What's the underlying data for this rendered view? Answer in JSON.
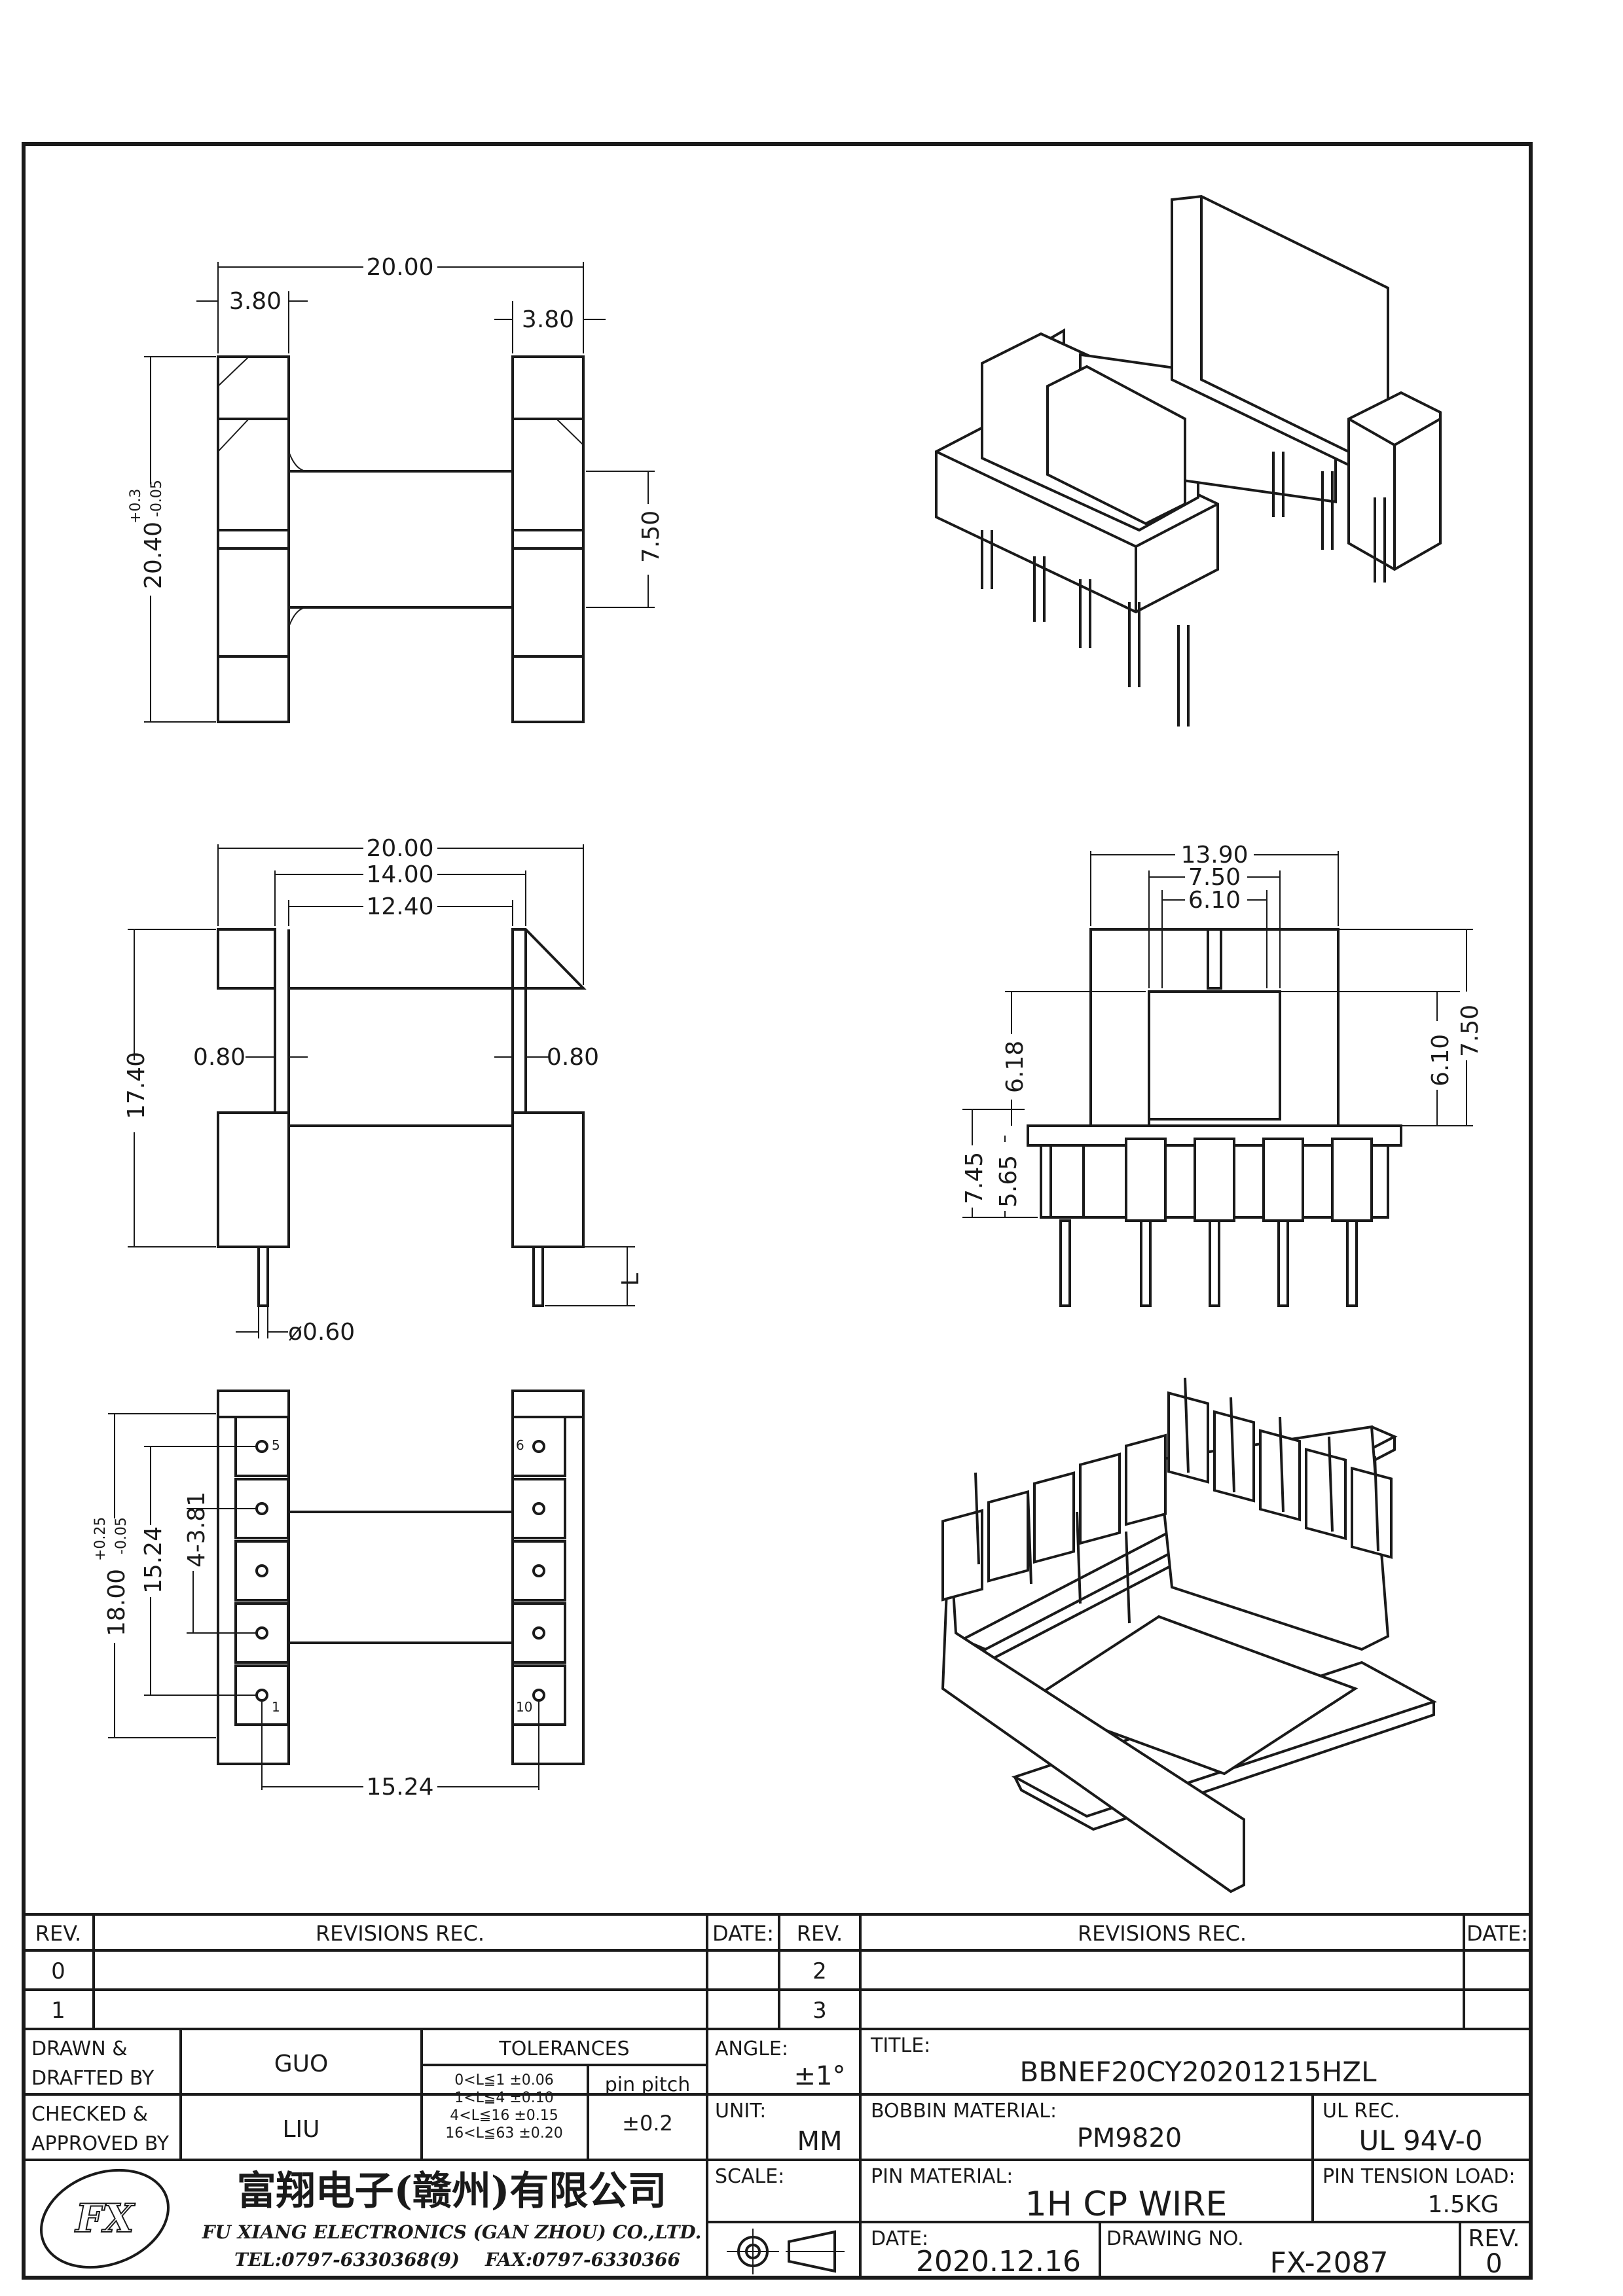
{
  "dimensions": {
    "top_width": "20.00",
    "top_flange_left": "3.80",
    "top_flange_right": "3.80",
    "top_height": "20.40",
    "top_height_tol_plus": "+0.3",
    "top_height_tol_minus": "-0.05",
    "top_core": "7.50",
    "side_width": "20.00",
    "side_inner_14": "14.00",
    "side_inner_12": "12.40",
    "side_height": "17.40",
    "side_wall_left": "0.80",
    "side_wall_right": "0.80",
    "pin_length": "L",
    "pin_dia": "ø0.60",
    "end_13_90": "13.90",
    "end_7_50": "7.50",
    "end_6_10": "6.10",
    "end_6_18": "6.18",
    "end_6_10_r": "6.10",
    "end_7_50_r": "7.50",
    "end_7_45": "7.45",
    "end_5_65": "5.65",
    "bottom_18": "18.00",
    "bottom_18_tol_plus": "+0.25",
    "bottom_18_tol_minus": "-0.05",
    "bottom_15_24": "15.24",
    "bottom_4x381": "4-3.81",
    "bottom_15_24_h": "15.24",
    "pin_num_5": "5",
    "pin_num_6": "6",
    "pin_num_1": "1",
    "pin_num_10": "10"
  },
  "title_block": {
    "rev_header": "REV.",
    "revisions_header": "REVISIONS   REC.",
    "date_header": "DATE:",
    "rev_header_2": "REV.",
    "revisions_header_2": "REVISIONS   REC.",
    "date_header_2": "DATE:",
    "rev_0": "0",
    "rev_1": "1",
    "rev_2": "2",
    "rev_3": "3",
    "drawn_label_1": "DRAWN  &",
    "drawn_label_2": "DRAFTED  BY",
    "drawn_by": "GUO",
    "checked_label_1": "CHECKED  &",
    "checked_label_2": "APPROVED  BY",
    "checked_by": "LIU",
    "tolerances_label": "TOLERANCES",
    "tol_rows": [
      "0<L≦1   ±0.06",
      "1<L≦4   ±0.10",
      "4<L≦16  ±0.15",
      "16<L≦63  ±0.20"
    ],
    "pin_pitch_label": "pin  pitch",
    "pin_pitch_value": "±0.2",
    "angle_label": "ANGLE:",
    "angle_value": "±1°",
    "unit_label": "UNIT:",
    "unit_value": "MM",
    "scale_label": "SCALE:",
    "title_label": "TITLE:",
    "title_value": "BBNEF20CY20201215HZL",
    "bobbin_material_label": "BOBBIN  MATERIAL:",
    "bobbin_material_value": "PM9820",
    "ul_rec_label": "UL  REC.",
    "ul_rec_value": "UL  94V-0",
    "pin_material_label": "PIN  MATERIAL:",
    "pin_material_value": "1H  CP  WIRE",
    "pin_tension_label": "PIN  TENSION  LOAD:",
    "pin_tension_value": "1.5KG",
    "date_label": "DATE:",
    "date_value": "2020.12.16",
    "drawing_no_label": "DRAWING  NO.",
    "drawing_no_value": "FX-2087",
    "rev_label": "REV.",
    "rev_value": "0",
    "company_cn": "富翔电子(赣州)有限公司",
    "company_en": "FU XIANG ELECTRONICS (GAN ZHOU) CO.,LTD.",
    "tel": "TEL:0797-6330368(9)",
    "fax": "FAX:0797-6330366",
    "logo_text": "FX"
  }
}
